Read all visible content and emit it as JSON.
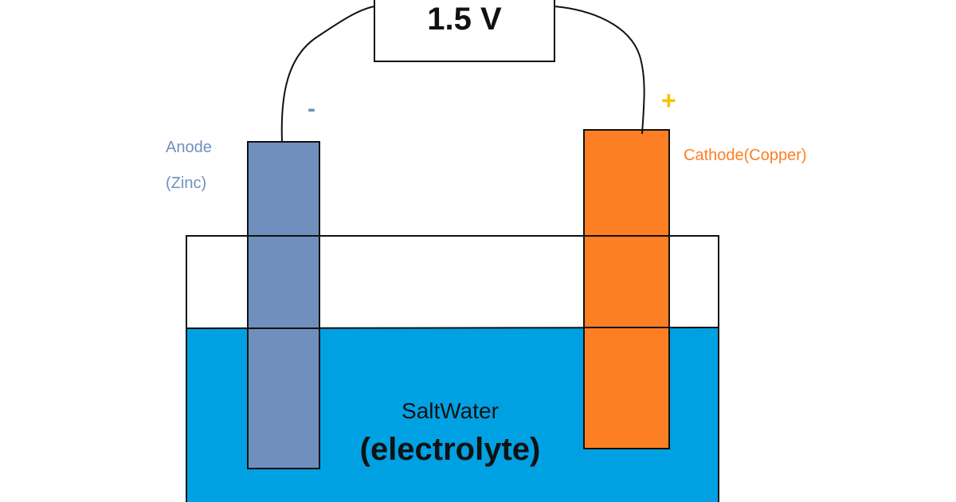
{
  "voltmeter": {
    "reading": "1.5 V"
  },
  "anode": {
    "name": "Anode",
    "material": "(Zinc)",
    "sign": "-"
  },
  "cathode": {
    "name": "Cathode(Copper)",
    "sign": "+"
  },
  "electrolyte": {
    "name": "SaltWater",
    "description": "(electrolyte)"
  },
  "colors": {
    "anode": "#6f90bd",
    "cathode": "#fd7f23",
    "electrolyte": "#00a1e3",
    "plus_sign": "#f7c300",
    "outline": "#111111"
  }
}
